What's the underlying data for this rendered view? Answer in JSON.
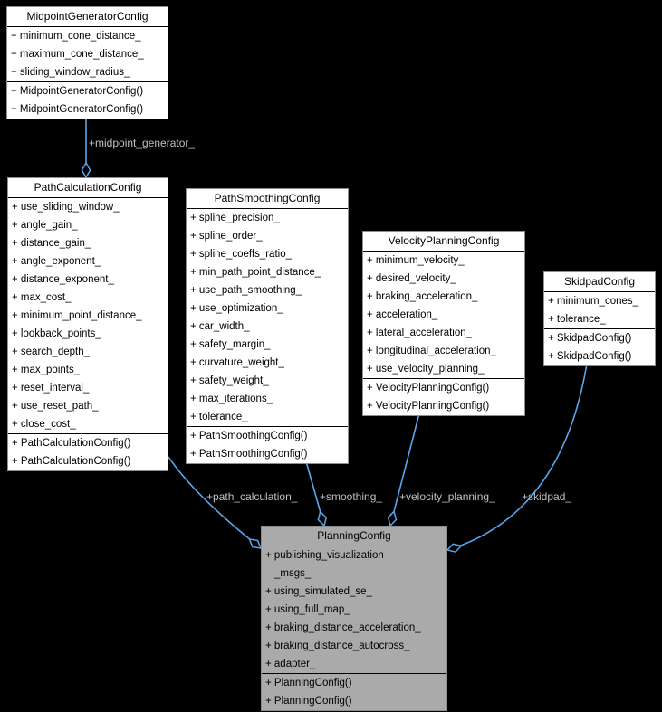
{
  "diagram": {
    "classes": [
      {
        "title": "MidpointGeneratorConfig",
        "attributes": [
          "+ minimum_cone_distance_",
          "+ maximum_cone_distance_",
          "+ sliding_window_radius_"
        ],
        "methods": [
          "+ MidpointGeneratorConfig()",
          "+ MidpointGeneratorConfig()"
        ]
      },
      {
        "title": "PathCalculationConfig",
        "attributes": [
          "+ use_sliding_window_",
          "+ angle_gain_",
          "+ distance_gain_",
          "+ angle_exponent_",
          "+ distance_exponent_",
          "+ max_cost_",
          "+ minimum_point_distance_",
          "+ lookback_points_",
          "+ search_depth_",
          "+ max_points_",
          "+ reset_interval_",
          "+ use_reset_path_",
          "+ close_cost_"
        ],
        "methods": [
          "+ PathCalculationConfig()",
          "+ PathCalculationConfig()"
        ]
      },
      {
        "title": "PathSmoothingConfig",
        "attributes": [
          "+ spline_precision_",
          "+ spline_order_",
          "+ spline_coeffs_ratio_",
          "+ min_path_point_distance_",
          "+ use_path_smoothing_",
          "+ use_optimization_",
          "+ car_width_",
          "+ safety_margin_",
          "+ curvature_weight_",
          "+ safety_weight_",
          "+ max_iterations_",
          "+ tolerance_"
        ],
        "methods": [
          "+ PathSmoothingConfig()",
          "+ PathSmoothingConfig()"
        ]
      },
      {
        "title": "VelocityPlanningConfig",
        "attributes": [
          "+ minimum_velocity_",
          "+ desired_velocity_",
          "+ braking_acceleration_",
          "+ acceleration_",
          "+ lateral_acceleration_",
          "+ longitudinal_acceleration_",
          "+ use_velocity_planning_"
        ],
        "methods": [
          "+ VelocityPlanningConfig()",
          "+ VelocityPlanningConfig()"
        ]
      },
      {
        "title": "SkidpadConfig",
        "attributes": [
          "+ minimum_cones_",
          "+ tolerance_"
        ],
        "methods": [
          "+ SkidpadConfig()",
          "+ SkidpadConfig()"
        ]
      },
      {
        "title": "PlanningConfig",
        "attributes": [
          "+ publishing_visualization\n_msgs_",
          "+ using_simulated_se_",
          "+ using_full_map_",
          "+ braking_distance_acceleration_",
          "+ braking_distance_autocross_",
          "+ adapter_"
        ],
        "methods": [
          "+ PlanningConfig()",
          "+ PlanningConfig()"
        ]
      }
    ],
    "edges": [
      {
        "label": "+midpoint_generator_",
        "from": "MidpointGeneratorConfig",
        "to": "PathCalculationConfig",
        "type": "open-diamond-aggregation"
      },
      {
        "label": "+path_calculation_",
        "from": "PathCalculationConfig",
        "to": "PlanningConfig",
        "type": "open-diamond-aggregation"
      },
      {
        "label": "+smoothing_",
        "from": "PathSmoothingConfig",
        "to": "PlanningConfig",
        "type": "open-diamond-aggregation"
      },
      {
        "label": "+velocity_planning_",
        "from": "VelocityPlanningConfig",
        "to": "PlanningConfig",
        "type": "open-diamond-aggregation"
      },
      {
        "label": "+skidpad_",
        "from": "SkidpadConfig",
        "to": "PlanningConfig",
        "type": "open-diamond-aggregation"
      }
    ],
    "colors": {
      "edge": "#58a6ec",
      "edge_label": "#c0c0c0",
      "box_fill": "#ffffff",
      "box_border": "#8f8f8f",
      "box_text": "#000000",
      "highlight_fill": "#aaaaaa",
      "background": "#000000"
    }
  }
}
